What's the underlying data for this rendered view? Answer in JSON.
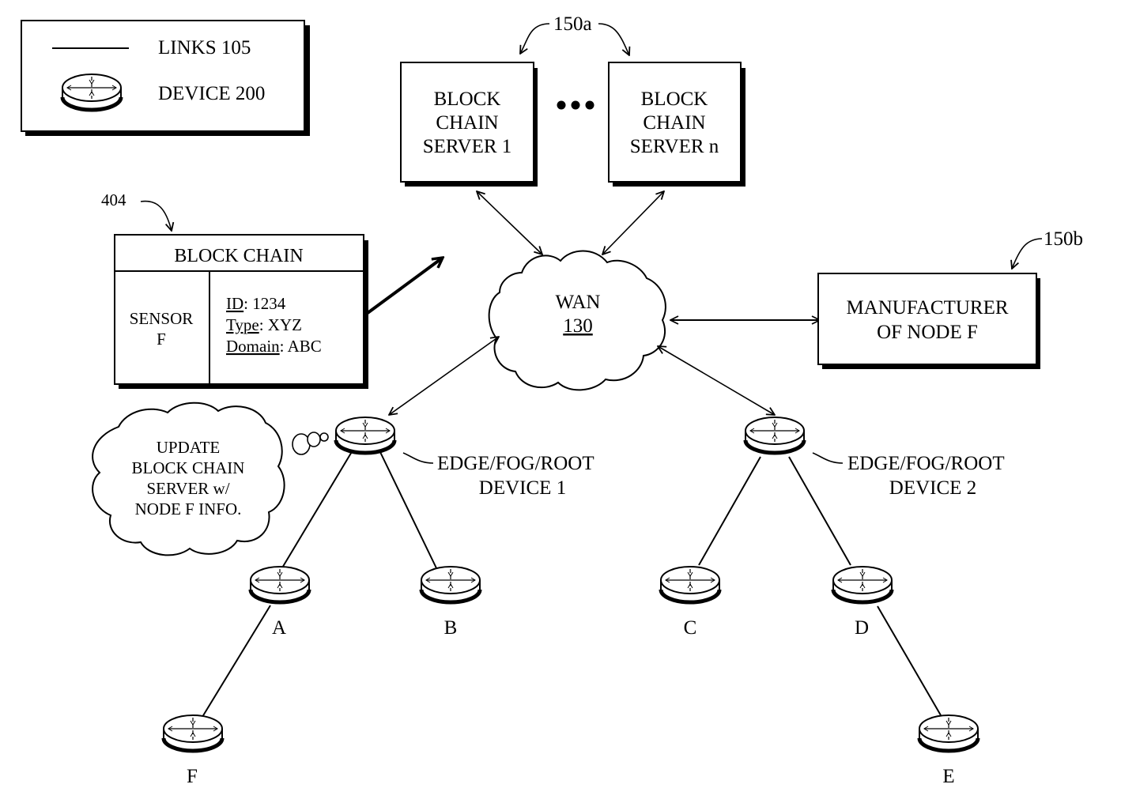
{
  "colors": {
    "ink": "#000000",
    "paper": "#ffffff"
  },
  "legend": {
    "items": [
      {
        "icon": "link-line-icon",
        "label": "LINKS 105"
      },
      {
        "icon": "device-icon",
        "label": "DEVICE 200"
      }
    ]
  },
  "servers": {
    "reference": "150a",
    "ellipsis": "• • •",
    "items": [
      {
        "id": "server-1",
        "lines": [
          "BLOCK",
          "CHAIN",
          "SERVER 1"
        ]
      },
      {
        "id": "server-n",
        "lines": [
          "BLOCK",
          "CHAIN",
          "SERVER n"
        ]
      }
    ]
  },
  "block_chain": {
    "reference": "404",
    "title": "BLOCK CHAIN",
    "entity_lines": [
      "SENSOR",
      "F"
    ],
    "fields": [
      {
        "key": "ID",
        "value": ": 1234"
      },
      {
        "key": "Type",
        "value": ": XYZ"
      },
      {
        "key": "Domain",
        "value": ": ABC"
      }
    ]
  },
  "wan": {
    "label": "WAN",
    "number": "130"
  },
  "manufacturer": {
    "reference": "150b",
    "lines": [
      "MANUFACTURER",
      "OF NODE F"
    ]
  },
  "thought_bubble": {
    "lines": [
      "UPDATE",
      "BLOCK CHAIN",
      "SERVER w/",
      "NODE F INFO."
    ]
  },
  "edge_devices": [
    {
      "id": "edge-1",
      "lines": [
        "EDGE/FOG/ROOT",
        "DEVICE 1"
      ]
    },
    {
      "id": "edge-2",
      "lines": [
        "EDGE/FOG/ROOT",
        "DEVICE 2"
      ]
    }
  ],
  "nodes": [
    {
      "id": "A",
      "label": "A",
      "parent": "edge-1"
    },
    {
      "id": "B",
      "label": "B",
      "parent": "edge-1"
    },
    {
      "id": "C",
      "label": "C",
      "parent": "edge-2"
    },
    {
      "id": "D",
      "label": "D",
      "parent": "edge-2"
    },
    {
      "id": "E",
      "label": "E",
      "parent": "D"
    },
    {
      "id": "F",
      "label": "F",
      "parent": "A"
    }
  ]
}
